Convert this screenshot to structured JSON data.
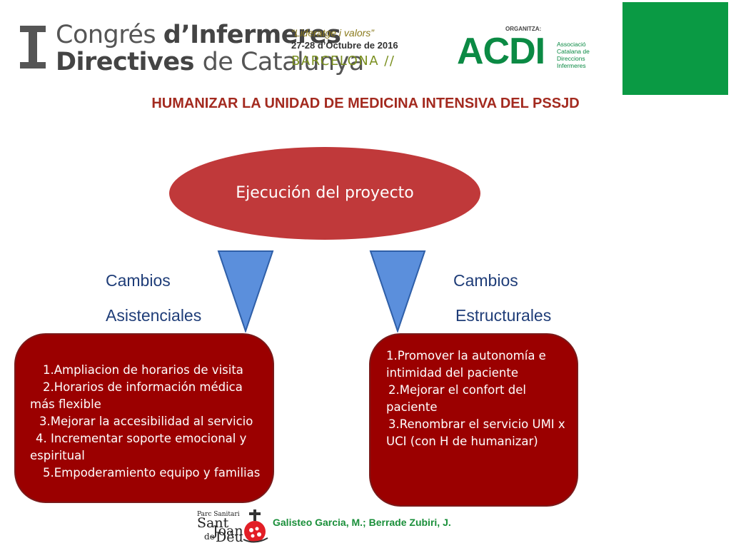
{
  "header": {
    "congres_line1_a": "Congrés ",
    "congres_line1_b": "d’Infermeres",
    "congres_line2_a": "Directives ",
    "congres_line2_b": "de Catalunya",
    "motto": "“Lideratge i valors”",
    "dates": "27-28 d’Octubre de 2016",
    "city": "BARCELONA //",
    "organiza": "ORGANITZA:",
    "org_name": "ACDI",
    "org_full": "Associació\nCatalana de\nDireccions\nInfermeres",
    "accent_color": "#0a9a44"
  },
  "title": "HUMANIZAR LA UNIDAD DE MEDICINA INTENSIVA DEL PSSJD",
  "diagram": {
    "root": "Ejecución del proyecto",
    "left_label_1": "Cambios",
    "left_label_2": "Asistenciales",
    "right_label_1": "Cambios",
    "right_label_2": "Estructurales",
    "left_items": [
      "1.Ampliacion de horarios de visita",
      "2.Horarios de  información médica más flexible",
      "3.Mejorar la accesibilidad al servicio",
      "4. Incrementar soporte emocional y espiritual",
      "5.Empoderamiento equipo y familias"
    ],
    "right_items": [
      "1.Promover la autonomía e intimidad del paciente",
      "2.Mejorar el confort del paciente",
      "3.Renombrar el servicio UMI x UCI (con H de humanizar)"
    ],
    "colors": {
      "root": "#c0393a",
      "boxes": "#9b0000",
      "arrows": "#5b8fdc",
      "labels": "#1f3d78"
    }
  },
  "footer": {
    "logo_small": "Parc Sanitari",
    "logo_sant": "Sant",
    "logo_joan": "Joan",
    "logo_de": "de",
    "logo_deu": "Déu",
    "authors": "Galisteo Garcia, M.; Berrade Zubiri, J."
  }
}
